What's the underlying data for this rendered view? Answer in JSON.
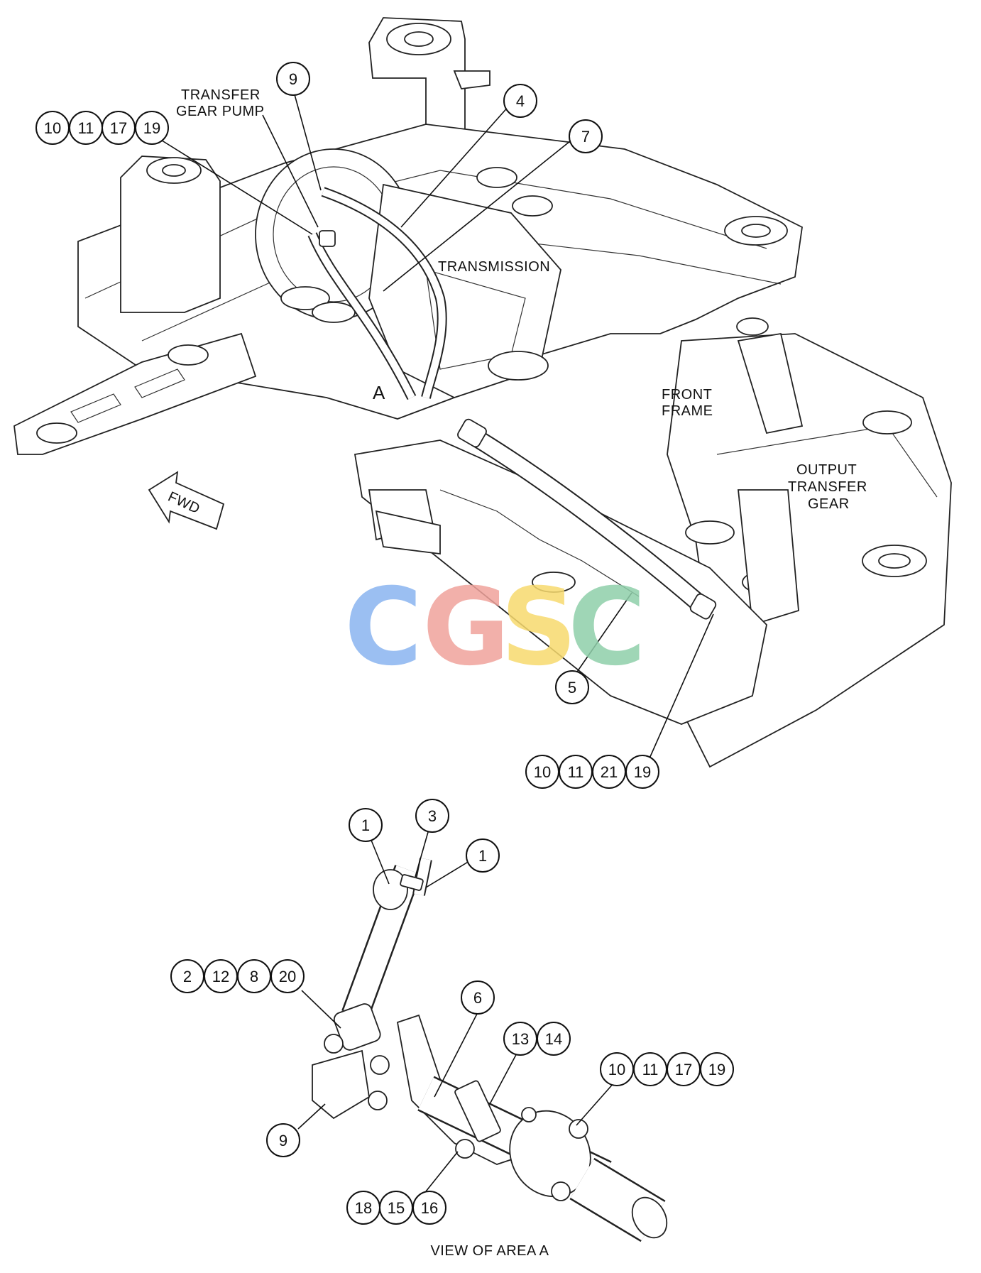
{
  "diagram": {
    "labels": {
      "transfer_gear_pump_line1": "TRANSFER",
      "transfer_gear_pump_line2": "GEAR PUMP",
      "transmission": "TRANSMISSION",
      "front_frame_line1": "FRONT",
      "front_frame_line2": "FRAME",
      "output_transfer_gear_line1": "OUTPUT",
      "output_transfer_gear_line2": "TRANSFER",
      "output_transfer_gear_line3": "GEAR",
      "fwd": "FWD",
      "area_marker": "A",
      "view_caption": "VIEW OF AREA A"
    },
    "callouts": {
      "top_9": "9",
      "top_4": "4",
      "top_7": "7",
      "top_5": "5",
      "group_tl": [
        "10",
        "11",
        "17",
        "19"
      ],
      "group_br": [
        "10",
        "11",
        "21",
        "19"
      ],
      "detail_1a": "1",
      "detail_3": "3",
      "detail_1b": "1",
      "group_mid": [
        "2",
        "12",
        "8",
        "20"
      ],
      "detail_6": "6",
      "group_13_14": [
        "13",
        "14"
      ],
      "group_detail_right": [
        "10",
        "11",
        "17",
        "19"
      ],
      "detail_9": "9",
      "group_bottom": [
        "18",
        "15",
        "16"
      ]
    }
  },
  "watermark": {
    "letters": [
      "C",
      "G",
      "S",
      "C"
    ],
    "colors": [
      "#8ab4f0",
      "#f0a39c",
      "#f7da6e",
      "#8fcfaa"
    ]
  }
}
